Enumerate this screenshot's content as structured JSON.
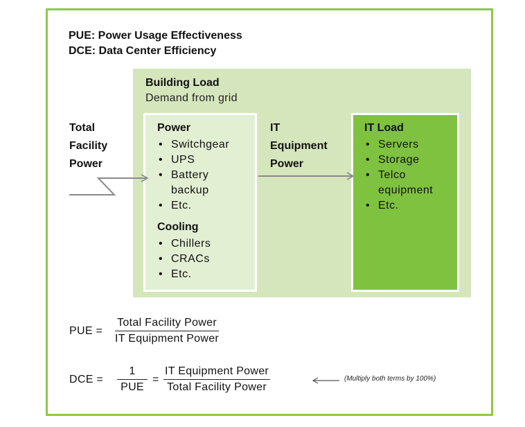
{
  "definitions": {
    "pue": "PUE: Power Usage Effectiveness",
    "dce": "DCE: Data Center Efficiency"
  },
  "building": {
    "title": "Building Load",
    "subtitle": "Demand from grid"
  },
  "input": {
    "line1": "Total",
    "line2": "Facility",
    "line3": "Power"
  },
  "power_box": {
    "power_title": "Power",
    "power_items": [
      "Switchgear",
      "UPS",
      "Battery backup",
      "Etc."
    ],
    "cooling_title": "Cooling",
    "cooling_items": [
      "Chillers",
      "CRACs",
      "Etc."
    ]
  },
  "it_power": {
    "line1": "IT",
    "line2": "Equipment",
    "line3": "Power"
  },
  "it_box": {
    "title": "IT Load",
    "items": [
      "Servers",
      "Storage",
      "Telco equipment",
      "Etc."
    ]
  },
  "formulas": {
    "pue_lhs": "PUE =",
    "pue_num": "Total Facility Power",
    "pue_den": "IT Equipment Power",
    "dce_lhs": "DCE =",
    "dce_num1": "1",
    "dce_den1": "PUE",
    "equals": "=",
    "dce_num2": "IT Equipment Power",
    "dce_den2": "Total Facility Power",
    "note": "(Multiply both terms by 100%)"
  },
  "colors": {
    "frame": "#8cc84b",
    "building": "#d5e6bd",
    "power_box": "#e3efd3",
    "it_box": "#7ec240"
  }
}
